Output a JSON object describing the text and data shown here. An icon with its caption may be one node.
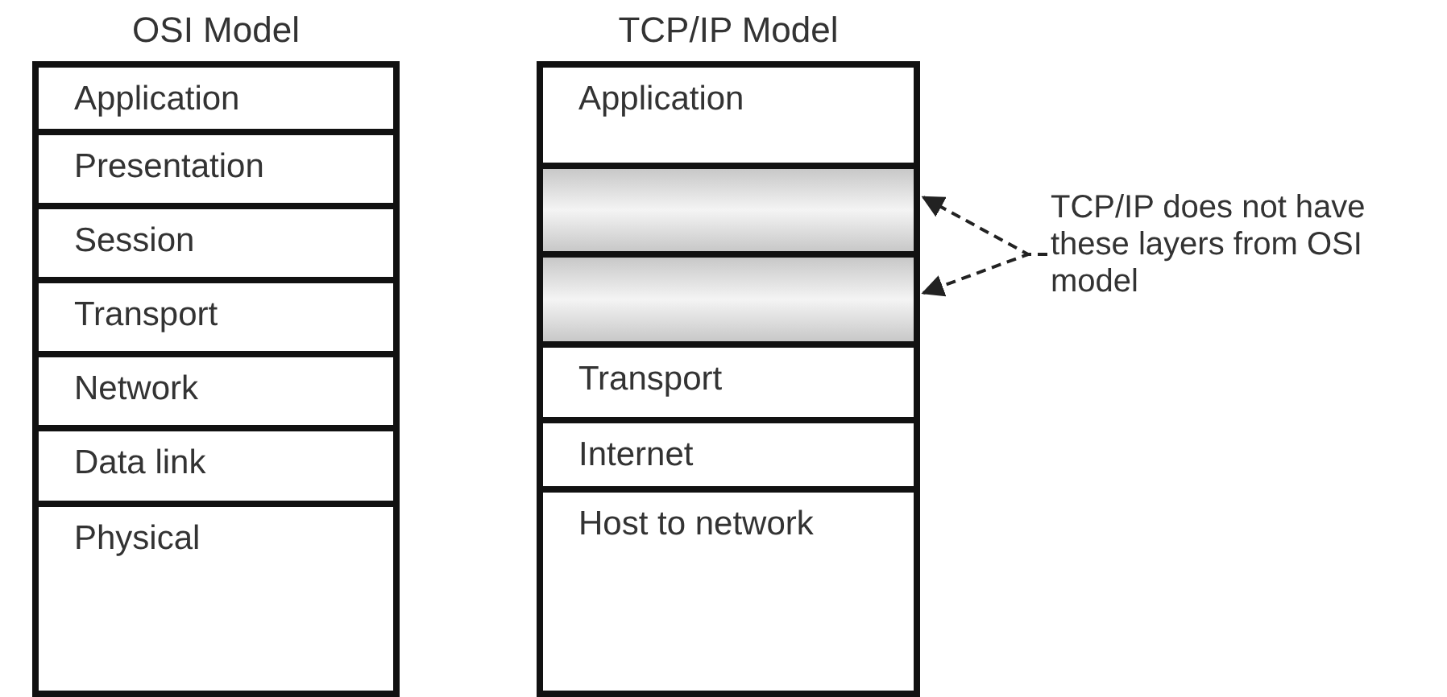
{
  "diagram": {
    "nodes": [
      {
        "text": [
          "OSI Model"
        ]
      },
      {
        "text": [
          "Application"
        ],
        "in": 0
      },
      {
        "text": [
          "Presentation"
        ],
        "in": 0
      },
      {
        "text": [
          "Session"
        ],
        "in": 0
      },
      {
        "text": [
          "Transport"
        ],
        "in": 0
      },
      {
        "text": [
          "Network"
        ],
        "in": 0
      },
      {
        "text": [
          "Data link"
        ],
        "in": 0
      },
      {
        "text": [
          "Physical"
        ],
        "in": 0
      },
      {
        "text": [
          "TCP/IP Model"
        ]
      },
      {
        "text": [
          "Application"
        ],
        "in": 8
      },
      {
        "text": [],
        "shape": "bar",
        "in": 8
      },
      {
        "text": [],
        "shape": "bar",
        "in": 8
      },
      {
        "text": [
          "Transport"
        ],
        "in": 8
      },
      {
        "text": [
          "Internet"
        ],
        "in": 8
      },
      {
        "text": [
          "Host to network"
        ],
        "in": 8
      },
      {
        "text": [
          "TCP/IP does not have these layers from OSI model"
        ]
      }
    ],
    "edges": [
      {
        "from": 15,
        "to": 10,
        "arrow": "to",
        "style": "dashed"
      },
      {
        "from": 15,
        "to": 11,
        "arrow": "to",
        "style": "dashed"
      }
    ]
  }
}
